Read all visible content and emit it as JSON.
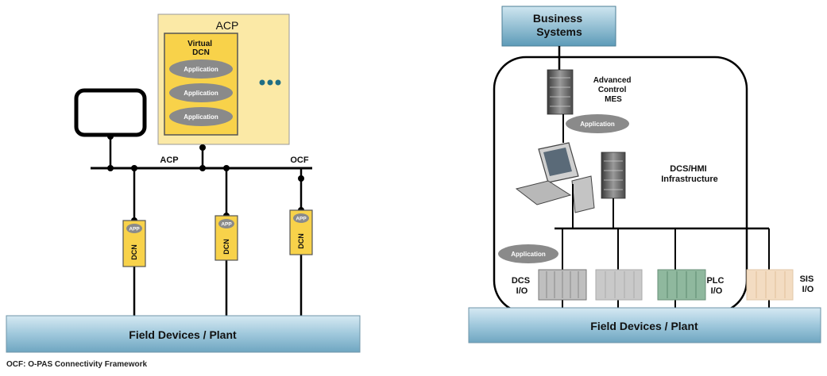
{
  "left": {
    "acp_box_title": "ACP",
    "virtual_dcn_label": "Virtual\nDCN",
    "app_label": "Application",
    "ellipsis": "●●●",
    "bus_label_acp": "ACP",
    "bus_label_ocf": "OCF",
    "node_app_label": "APP",
    "node_dcn_label": "DCN",
    "field_devices_label": "Field Devices / Plant"
  },
  "right": {
    "business_systems_label": "Business\nSystems",
    "advanced_control_label": "Advanced\nControl\nMES",
    "application_label": "Application",
    "dcs_hmi_label": "DCS/HMI\nInfrastructure",
    "dcs_io_label": "DCS\nI/O",
    "plc_io_label": "PLC\nI/O",
    "sis_io_label": "SIS\nI/O",
    "field_devices_label": "Field Devices / Plant"
  },
  "footnote": "OCF: O-PAS Connectivity Framework",
  "colors": {
    "acp_fill": "#fbe9a6",
    "dcn_fill": "#f8d24a",
    "app_ellipse": "#8a8a8a",
    "field_bar_top": "#cfe4ef",
    "field_bar_bottom": "#7eb3cc",
    "dot_teal": "#1f6e84"
  }
}
